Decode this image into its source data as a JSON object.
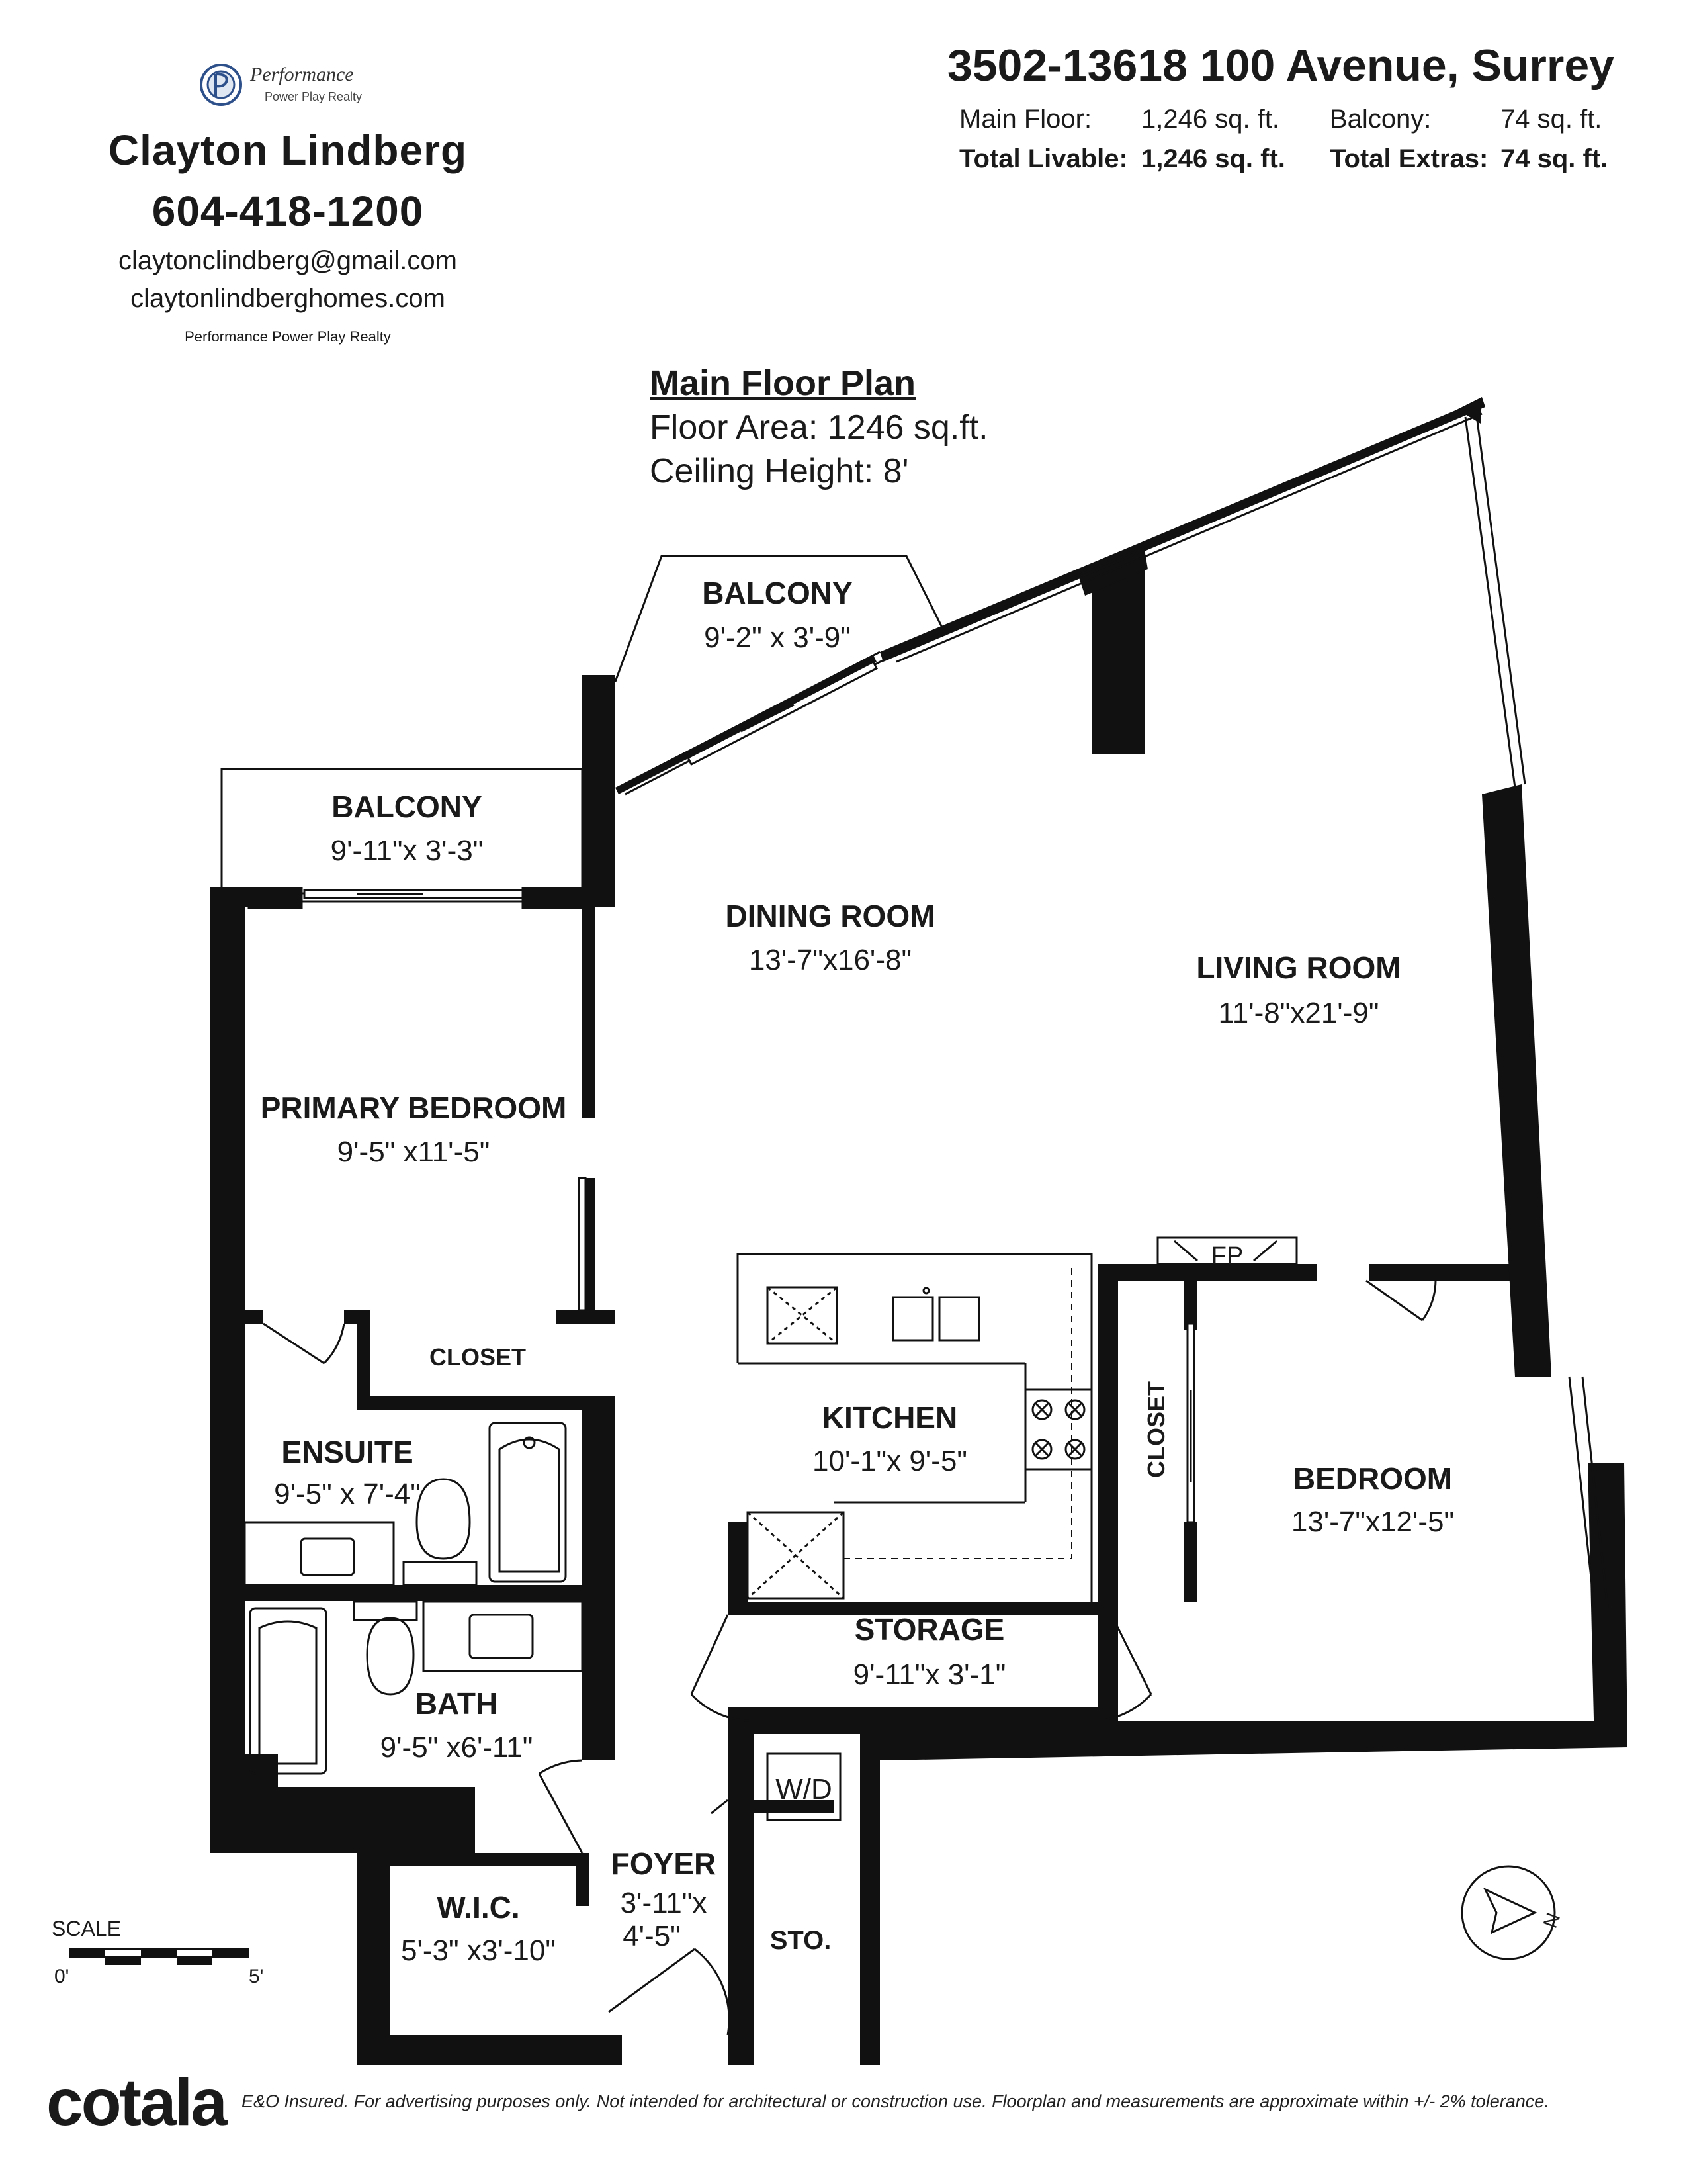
{
  "agent": {
    "logo_name": "Performance",
    "logo_tagline": "Power Play Realty",
    "name": "Clayton Lindberg",
    "phone": "604-418-1200",
    "email": "claytonclindberg@gmail.com",
    "website": "claytonlindberghomes.com",
    "brokerage": "Performance Power Play Realty"
  },
  "listing": {
    "address": "3502-13618 100 Avenue, Surrey",
    "main_floor_label": "Main Floor:",
    "main_floor_value": "1,246 sq. ft.",
    "balcony_label": "Balcony:",
    "balcony_value": "74 sq. ft.",
    "total_livable_label": "Total Livable:",
    "total_livable_value": "1,246 sq. ft.",
    "total_extras_label": "Total Extras:",
    "total_extras_value": "74 sq. ft."
  },
  "plan": {
    "title": "Main Floor Plan",
    "floor_area": "Floor Area: 1246 sq.ft.",
    "ceiling_height": "Ceiling Height: 8'"
  },
  "rooms": [
    {
      "name": "BALCONY",
      "dims": "9'-2\" x 3'-9\""
    },
    {
      "name": "BALCONY",
      "dims": "9'-11\"x 3'-3\""
    },
    {
      "name": "DINING ROOM",
      "dims": "13'-7\"x16'-8\""
    },
    {
      "name": "LIVING ROOM",
      "dims": "11'-8\"x21'-9\""
    },
    {
      "name": "PRIMARY BEDROOM",
      "dims": "9'-5\" x11'-5\""
    },
    {
      "name": "CLOSET",
      "dims": ""
    },
    {
      "name": "ENSUITE",
      "dims": "9'-5\" x 7'-4\""
    },
    {
      "name": "KITCHEN",
      "dims": "10'-1\"x 9'-5\""
    },
    {
      "name": "CLOSET",
      "dims": ""
    },
    {
      "name": "BEDROOM",
      "dims": "13'-7\"x12'-5\""
    },
    {
      "name": "STORAGE",
      "dims": "9'-11\"x 3'-1\""
    },
    {
      "name": "BATH",
      "dims": "9'-5\" x6'-11\""
    },
    {
      "name": "FOYER",
      "dims": "3'-11\"x"
    },
    {
      "name": "W.I.C.",
      "dims": "5'-3\" x3'-10\""
    },
    {
      "name": "STO.",
      "dims": ""
    }
  ],
  "labels": {
    "fireplace": "FP",
    "washer_dryer": "W/D",
    "foyer_dims_2": "4'-5\"",
    "compass_letter": "N"
  },
  "scale": {
    "label": "SCALE",
    "min": "0'",
    "max": "5'"
  },
  "footer": {
    "logo": "cotala",
    "disclaimer": "E&O Insured. For advertising purposes only. Not intended for architectural or construction use. Floorplan and measurements are approximate within +/- 2% tolerance."
  }
}
